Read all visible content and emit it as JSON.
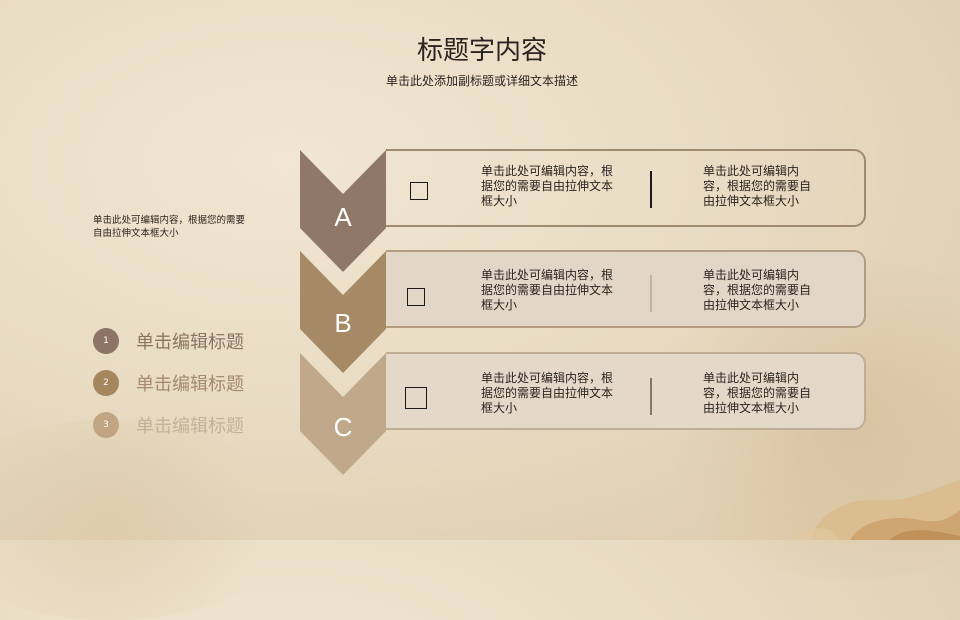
{
  "header": {
    "title": "标题字内容",
    "subtitle": "单击此处添加副标题或详细文本描述"
  },
  "side_text": "单击此处可编辑内容，根据您的需要自由拉伸文本框大小",
  "legend": [
    {
      "num": "1",
      "label": "单击编辑标题",
      "color": "#8c7466",
      "label_color": "#8a7564"
    },
    {
      "num": "2",
      "label": "单击编辑标题",
      "color": "#a6865c",
      "label_color": "#a58a6c"
    },
    {
      "num": "3",
      "label": "单击编辑标题",
      "color": "#c1a582",
      "label_color": "#c5b197"
    }
  ],
  "rows": [
    {
      "letter": "A",
      "chevron_color": "#8f7868",
      "card_fill": "transparent",
      "icon": "checkbox-icon",
      "text_left": "单击此处可编辑内容，根据您的需要自由拉伸文本框大小",
      "text_right": "单击此处可编辑内容，根据您的需要自由拉伸文本框大小"
    },
    {
      "letter": "B",
      "chevron_color": "#a68a66",
      "card_fill": "#e2d6c6",
      "icon": "checkbox-icon",
      "text_left": "单击此处可编辑内容，根据您的需要自由拉伸文本框大小",
      "text_right": "单击此处可编辑内容，根据您的需要自由拉伸文本框大小"
    },
    {
      "letter": "C",
      "chevron_color": "#c0a88a",
      "card_fill": "#e4d8c8",
      "icon": "checkbox-icon",
      "text_left": "单击此处可编辑内容，根据您的需要自由拉伸文本框大小",
      "text_right": "单击此处可编辑内容，根据您的需要自由拉伸文本框大小"
    }
  ]
}
